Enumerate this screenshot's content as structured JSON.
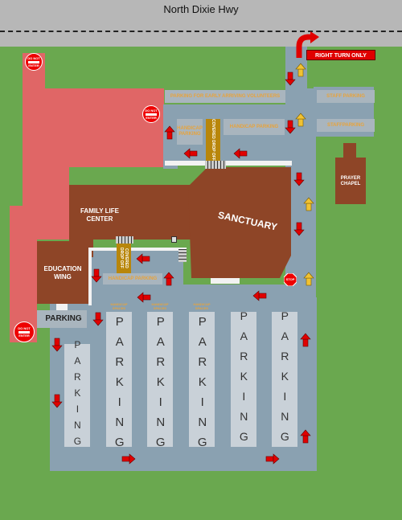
{
  "road": {
    "name": "North Dixie Hwy"
  },
  "banner": {
    "right_turn_only": "RIGHT TURN ONLY"
  },
  "signs": {
    "do_not": "DO NOT",
    "enter": "ENTER",
    "stop": "STOP"
  },
  "labels": {
    "early_volunteers": "PARKING FOR EARLY ARRIVING VOLUNTEERS",
    "staff_parking_1": "STAFF PARKING",
    "staff_parking_2": "STAFFPARKING",
    "handicap_parking_small": "HANDICAP PARKING",
    "handicap_parking_top": "HANDICAP PARKING",
    "handicap_parking_mid": "HANDICAP PARKING",
    "covered_drop_off": "COVERED DROP OFF",
    "prayer_chapel": "PRAYER CHAPEL",
    "family_life_center": "FAMILY LIFE CENTER",
    "sanctuary": "SANCTUARY",
    "education_wing": "EDUCATION WING",
    "parking_bar": "PARKING",
    "handicap_spaces": "HANDICAP SPACES",
    "parking_column": "PARKING"
  },
  "colors": {
    "grass": "#6aa84f",
    "road": "#8aa1b1",
    "building": "#8e4527",
    "restricted": "#e06666",
    "arrow_red": "#e00000",
    "arrow_yellow": "#f1c232",
    "label_orange": "#e8a33a"
  }
}
